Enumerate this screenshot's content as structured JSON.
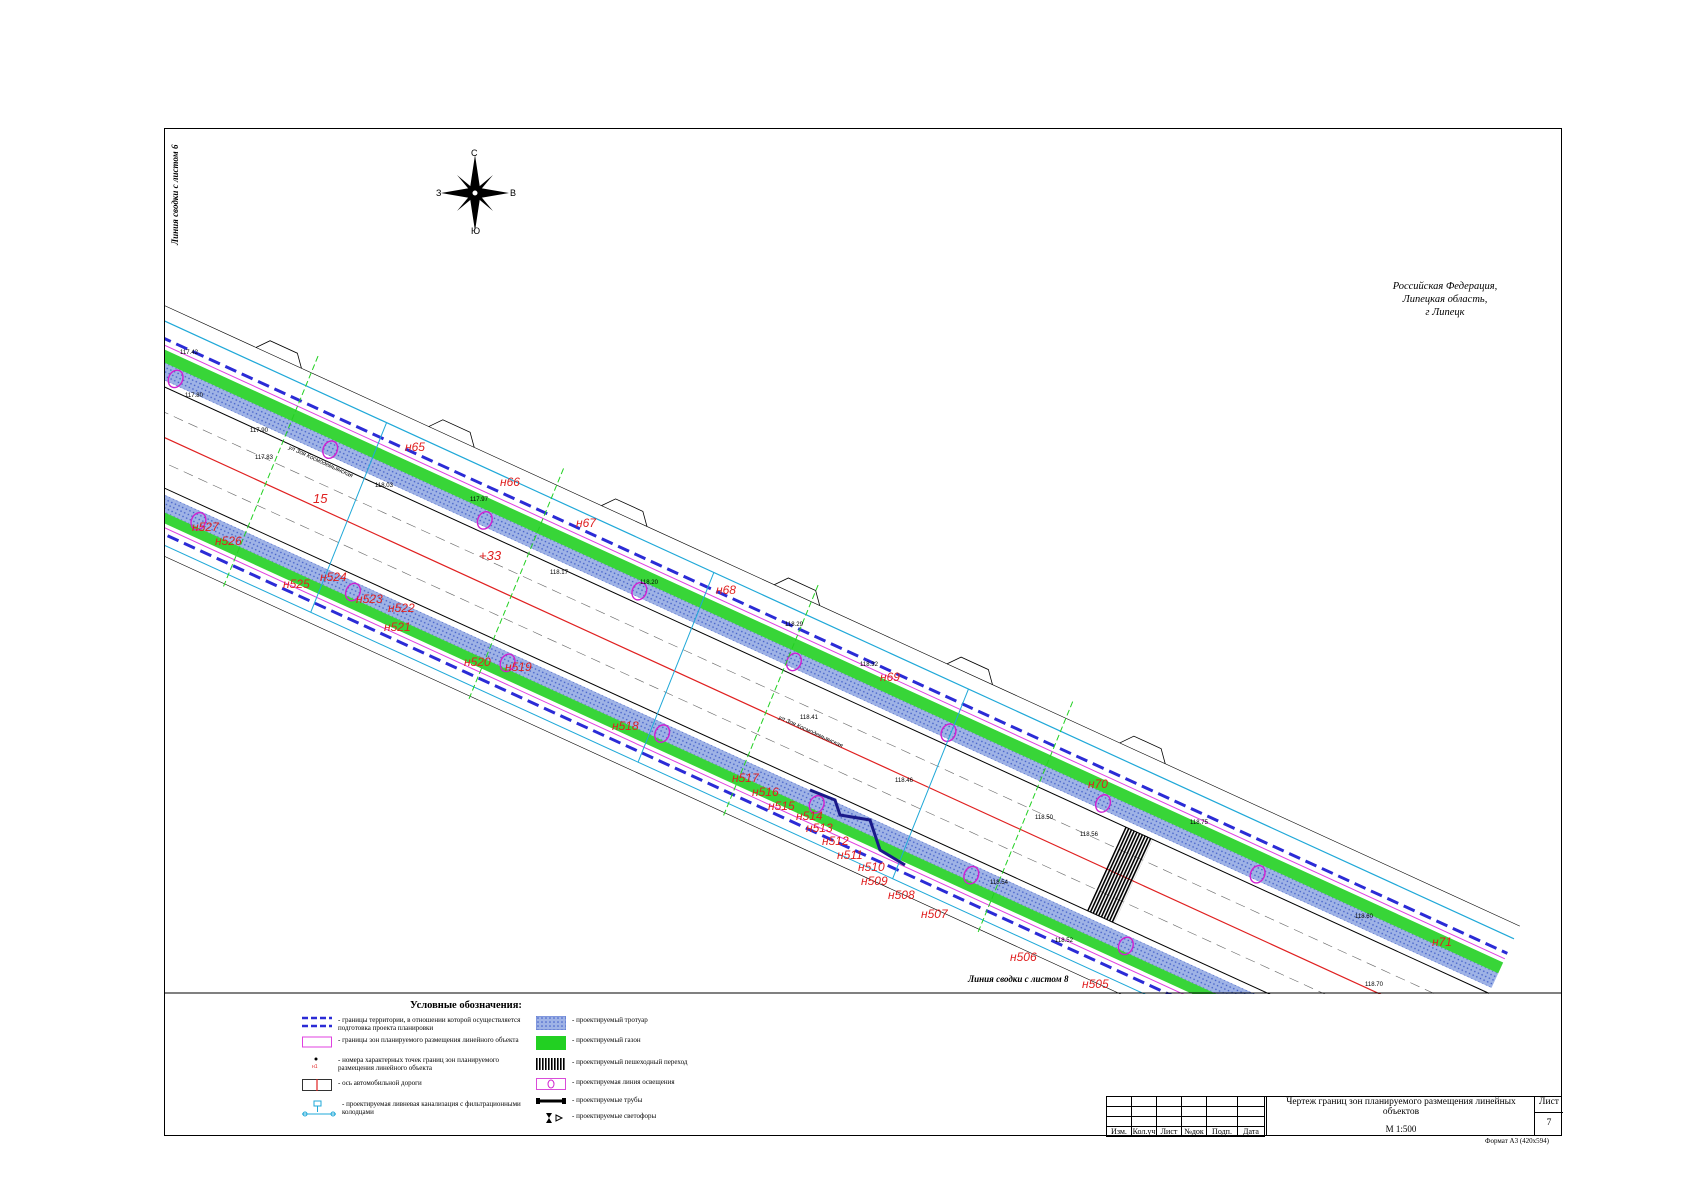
{
  "compass": {
    "n": "С",
    "s": "Ю",
    "w": "З",
    "e": "В"
  },
  "match_lines": {
    "left": "Линия сводки с листом 6",
    "bottom": "Линия сводки с листом 8"
  },
  "region": [
    "Российская Федерация,",
    "Липецкая область,",
    "г Липецк"
  ],
  "legend": {
    "title": "Условные обозначения:",
    "items": [
      {
        "id": "territory",
        "text": "-  границы территории, в отношении которой осуществляется подготовка проекта планировки",
        "color": "#2b2bd6"
      },
      {
        "id": "zone",
        "text": "-  границы зон планируемого размещения линейного объекта",
        "color": "#e040e0"
      },
      {
        "id": "points",
        "text": "-  номера характерных точек границ зон планируемого размещения линейного объекта",
        "color": "#000000"
      },
      {
        "id": "axis",
        "text": "-  ось автомобильной дороги",
        "color": "#e02020"
      },
      {
        "id": "sewer",
        "text": "-  проектируемая ливневая канализация с фильтрационными колодцами",
        "color": "#1fa8d8"
      },
      {
        "id": "sidewalk",
        "text": "-  проектируемый тротуар",
        "color": "#6f8fd8"
      },
      {
        "id": "lawn",
        "text": "-  проектируемый газон",
        "color": "#1fd81f"
      },
      {
        "id": "crossing",
        "text": "-  проектируемый пешеходный переход",
        "color": "#000000"
      },
      {
        "id": "lighting",
        "text": "-  проектируемая линия освещения",
        "color": "#d020d0"
      },
      {
        "id": "pipes",
        "text": "-  проектируемые трубы",
        "color": "#000000"
      },
      {
        "id": "lights",
        "text": "-  проектируемые светофоры",
        "color": "#000000"
      }
    ]
  },
  "point_labels": {
    "north": [
      "н65",
      "н66",
      "н67",
      "н68",
      "н69",
      "н70",
      "н71"
    ],
    "south": [
      "н527",
      "н526",
      "н525",
      "н524",
      "н523",
      "н522",
      "н521",
      "н520",
      "н519",
      "н518",
      "н517",
      "н516",
      "н515",
      "н514",
      "н513",
      "н512",
      "н511",
      "н510",
      "н509",
      "н508",
      "н507",
      "н506",
      "н505"
    ],
    "picket": [
      "15",
      "+33"
    ]
  },
  "street_labels": [
    "ул Зоя Космодемьянская",
    "ул Зоя Космодемьянская"
  ],
  "elevations": [
    "117.42",
    "117.80",
    "117.90",
    "117.83",
    "118.03",
    "117.97",
    "118.17",
    "118.20",
    "118.29",
    "118.32",
    "118.41",
    "118.46",
    "118.50",
    "118.52",
    "118.54",
    "118.56",
    "118.60",
    "118.70",
    "118.75"
  ],
  "title_block": {
    "headers": [
      "Изм.",
      "Кол.уч",
      "Лист",
      "№док",
      "Подп.",
      "Дата"
    ],
    "title": "Чертеж границ зон планируемого размещения линейных объектов",
    "scale": "М 1:500",
    "sheet_label": "Лист",
    "sheet_number": "7",
    "format": "Формат А3 (420х594)"
  },
  "colors": {
    "territory": "#2b2bd6",
    "zone": "#e040e0",
    "axis": "#e02020",
    "sewer": "#1fa8d8",
    "sidewalk": "#7f9bd8",
    "lawn": "#22d022",
    "labels_red": "#e02020",
    "dark": "#000000",
    "gray": "#777777"
  }
}
